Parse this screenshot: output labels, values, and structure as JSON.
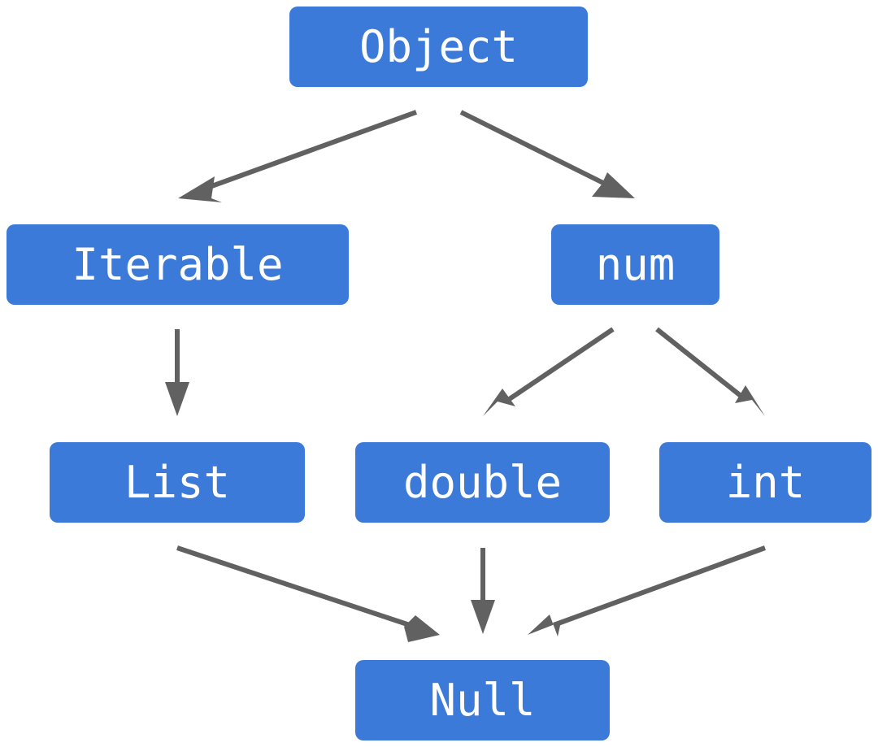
{
  "nodes": {
    "object": "Object",
    "iterable": "Iterable",
    "num": "num",
    "list": "List",
    "double": "double",
    "int": "int",
    "null": "Null"
  },
  "edges": [
    {
      "from": "Object",
      "to": "Iterable"
    },
    {
      "from": "Object",
      "to": "num"
    },
    {
      "from": "Iterable",
      "to": "List"
    },
    {
      "from": "num",
      "to": "double"
    },
    {
      "from": "num",
      "to": "int"
    },
    {
      "from": "List",
      "to": "Null"
    },
    {
      "from": "double",
      "to": "Null"
    },
    {
      "from": "int",
      "to": "Null"
    }
  ],
  "colors": {
    "node_fill": "#3b7ad9",
    "node_text": "#ffffff",
    "arrow": "#616161",
    "background": "#ffffff"
  }
}
